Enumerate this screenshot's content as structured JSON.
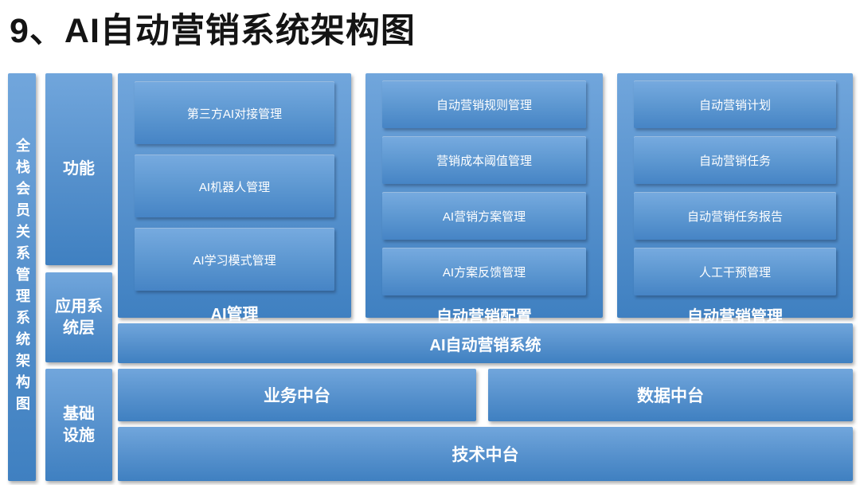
{
  "title": "9、AI自动营销系统架构图",
  "side_label": "全栈会员关系管理系统架构图",
  "layers": [
    {
      "label": "功能"
    },
    {
      "label": "应用系\n统层"
    },
    {
      "label": "基础\n设施"
    }
  ],
  "groups": [
    {
      "label": "AI管理",
      "items": [
        "第三方AI对接管理",
        "AI机器人管理",
        "AI学习模式管理"
      ]
    },
    {
      "label": "自动营销配置",
      "items": [
        "自动营销规则管理",
        "营销成本阈值管理",
        "AI营销方案管理",
        "AI方案反馈管理"
      ]
    },
    {
      "label": "自动营销管理",
      "items": [
        "自动营销计划",
        "自动营销任务",
        "自动营销任务报告",
        "人工干预管理"
      ]
    }
  ],
  "system_bar": {
    "label": "AI自动营销系统"
  },
  "platforms": [
    {
      "label": "业务中台"
    },
    {
      "label": "数据中台"
    }
  ],
  "tech_bar": {
    "label": "技术中台"
  },
  "colors": {
    "box_gradient_top": "#71A6DC",
    "box_gradient_bottom": "#3F80C1",
    "box_text": "#FFFFFF",
    "title_text": "#141414",
    "background": "#FFFFFF"
  }
}
